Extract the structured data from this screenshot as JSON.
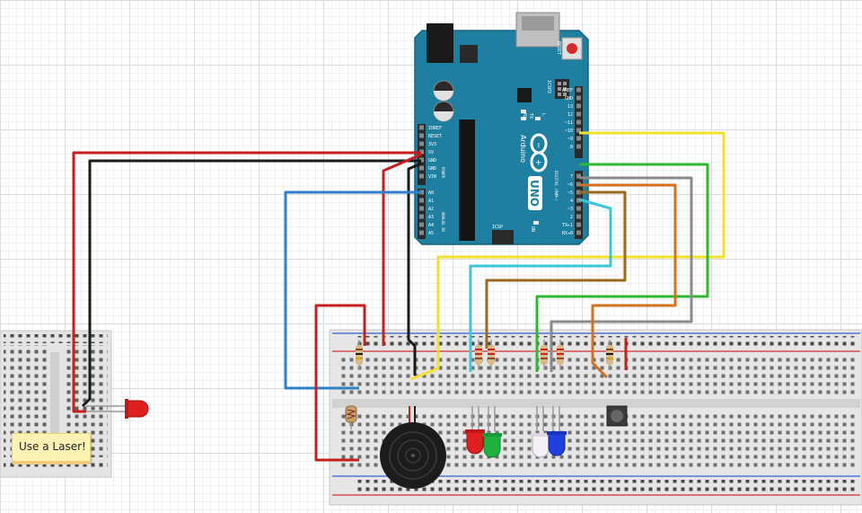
{
  "note": {
    "text": "Use a Laser!"
  },
  "board": {
    "name": "UNO",
    "brand": "Arduino",
    "reset_label": "RESET",
    "icsp_label": "ICSP",
    "icsp2_label": "ICSP2",
    "on_label": "ON",
    "tx_label": "TX",
    "rx_label": "RX",
    "l_label": "L",
    "power_label": "POWER",
    "analog_label": "ANALOG IN",
    "digital_label": "DIGITAL (PWM~)",
    "power_pins": [
      "IOREF",
      "RESET",
      "3V3",
      "5V",
      "GND",
      "GND",
      "VIN"
    ],
    "analog_pins": [
      "A0",
      "A1",
      "A2",
      "A3",
      "A4",
      "A5"
    ],
    "digital_pins_top": [
      "AREF",
      "GND",
      "13",
      "12",
      "~11",
      "~10",
      "~9",
      "8"
    ],
    "digital_pins_bottom": [
      "7",
      "~6",
      "~5",
      "4",
      "~3",
      "2",
      "TX▸1",
      "RX◂0"
    ]
  },
  "colors": {
    "board": "#1e7fa0",
    "wire_red": "#c81e1e",
    "wire_black": "#1a1a1a",
    "wire_blue": "#2f80c8",
    "wire_yellow": "#f2e22c",
    "wire_cyan": "#3cc8d8",
    "wire_brown": "#9a6a1e",
    "wire_green": "#2fb82f",
    "wire_gray": "#8a8a8a",
    "wire_orange": "#d2721e",
    "led_red": "#e02020",
    "led_green": "#20b040",
    "led_white": "#f0f0f0",
    "led_blue": "#2040e0"
  }
}
